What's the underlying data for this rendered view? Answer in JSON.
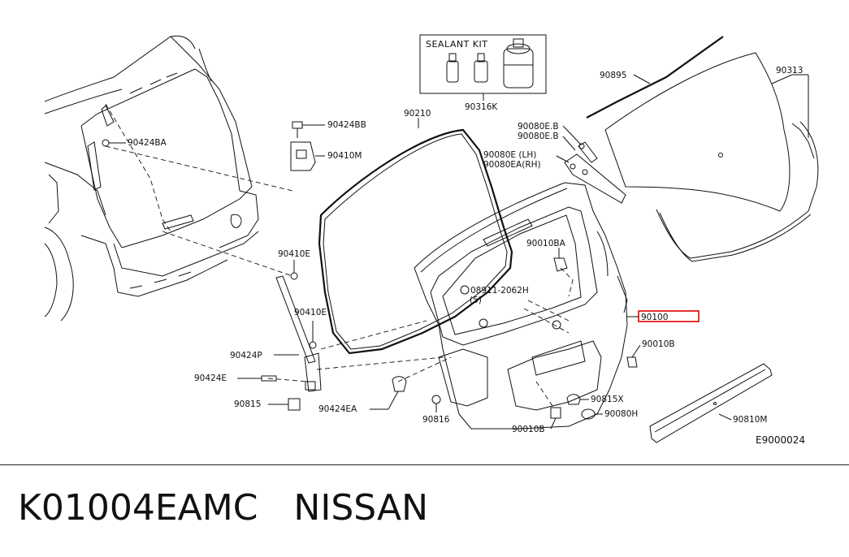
{
  "labels": {
    "sealant_kit": "SEALANT KIT",
    "p90316K": "90316K",
    "p90895": "90895",
    "p90313": "90313",
    "p90210": "90210",
    "p90424BB": "90424BB",
    "p90424BA": "90424BA",
    "p90410M": "90410M",
    "p90080EB_1": "90080E.B",
    "p90080EB_2": "90080E.B",
    "p90080E_LH": "90080E (LH)",
    "p90080EA_RH": "90080EA(RH)",
    "p90010BA": "90010BA",
    "p08911": "08911-2062H",
    "qty5": "(5)",
    "p90410E_1": "90410E",
    "p90410E_2": "90410E",
    "p90424P": "90424P",
    "p90424E": "90424E",
    "p90815": "90815",
    "p90424EA": "90424EA",
    "p90816": "90816",
    "p90010B_1": "90010B",
    "p90010B_2": "90010B",
    "p90815X": "90815X",
    "p90080H": "90080H",
    "p90810M": "90810M",
    "p90100": "90100",
    "diagram_code": "E9000024"
  },
  "highlight": {
    "part": "90100",
    "color": "#e00000"
  },
  "footer": {
    "part_number": "K01004EAMC",
    "brand": "NISSAN"
  }
}
